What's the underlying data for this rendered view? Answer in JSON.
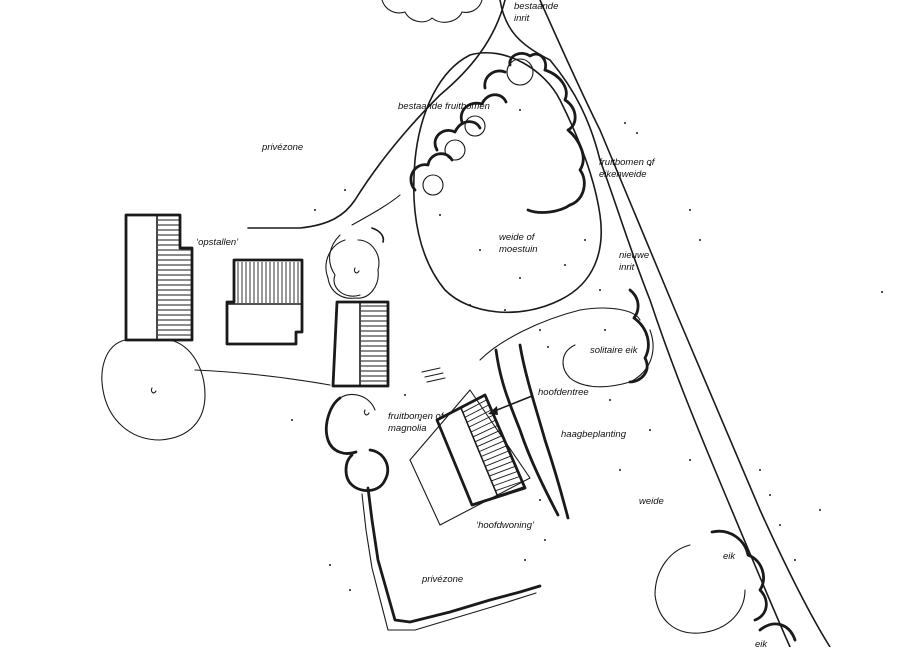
{
  "labels": {
    "existing_drive": "bestaande\ninrit",
    "existing_fruit_trees": "bestaande fruitbomen",
    "private_zone_top": "privézone",
    "fruit_or_oak_meadow": "fruitbomen of\neikenweide",
    "outbuildings": "‘opstallen’",
    "meadow_or_garden": "weide of\nmoestuin",
    "new_drive": "nieuwe\ninrit",
    "solitary_oak": "solitaire eik",
    "main_entrance": "hoofdentree",
    "fruit_or_magnolia": "fruitbomen of\nmagnolia",
    "hedge_planting": "haagbeplanting",
    "meadow": "weide",
    "main_house": "‘hoofdwoning’",
    "oak_1": "eik",
    "private_zone_bottom": "privézone",
    "oak_2": "eik"
  },
  "colors": {
    "ink": "#1a1a1a",
    "paper": "#ffffff"
  }
}
